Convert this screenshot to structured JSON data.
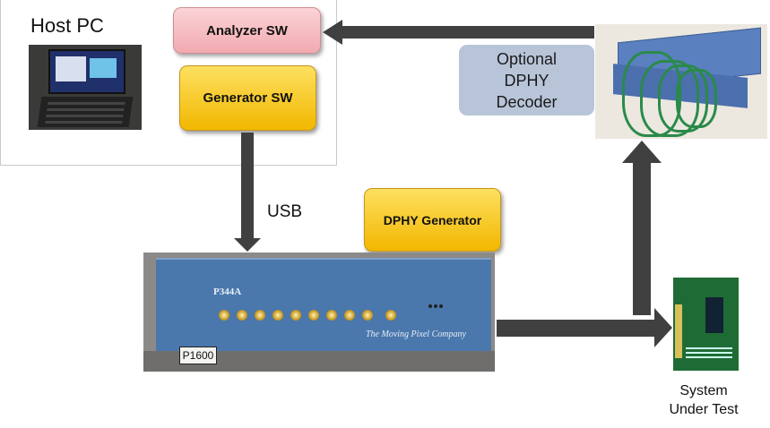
{
  "host": {
    "label": "Host PC",
    "analyzer_sw": "Analyzer SW",
    "generator_sw": "Generator SW"
  },
  "decoder": {
    "label_line1": "Optional",
    "label_line2": "DPHY",
    "label_line3": "Decoder"
  },
  "usb_label": "USB",
  "dphy_generator": {
    "label": "DPHY Generator",
    "model": "P344A",
    "brand": "The Moving Pixel Company",
    "tag": "P1600"
  },
  "sut": {
    "label_line1": "System",
    "label_line2": "Under Test"
  },
  "colors": {
    "arrow": "#404040",
    "pink": "#f4b6bb",
    "gold": "#f5bc00",
    "decoder_label_bg": "#b8c5d9",
    "device_blue": "#4a78ad"
  }
}
